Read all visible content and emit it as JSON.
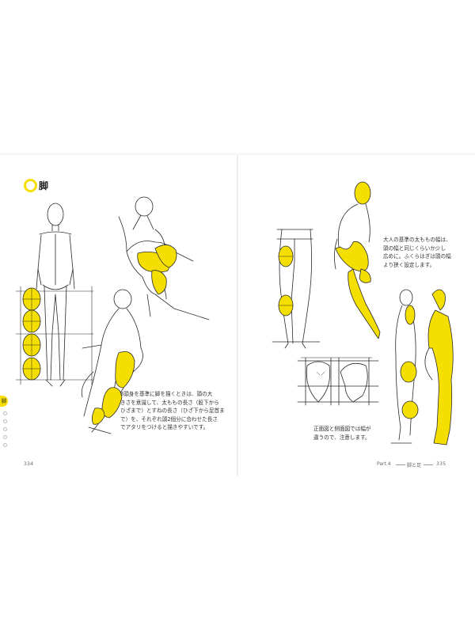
{
  "section": {
    "title": "脚",
    "tab_label": "脚"
  },
  "captions": {
    "left": "8頭身を基準に脚を描くときは、頭の大\nきさを意識して、太ももの長さ（股下から\nひざまで）とすねの長さ（ひざ下から足首ま\nで）を、それぞれ頭2個分に合わせた長さ\nでアタリをつけると描きやすいです。",
    "right_top": "大人の基準の太ももの幅は、\n頭の幅と同じくらいか少し\n広めに。ふくらはぎは頭の幅\nより狭く設定します。",
    "right_bottom": "正面図と側面図では幅が\n違うので、注意します。"
  },
  "footer": {
    "left_page": "334",
    "part_label": "Part.4",
    "chapter_label": "脚と足",
    "right_page": "335"
  },
  "colors": {
    "accent": "#f5df00",
    "line": "#2a2a2a"
  }
}
